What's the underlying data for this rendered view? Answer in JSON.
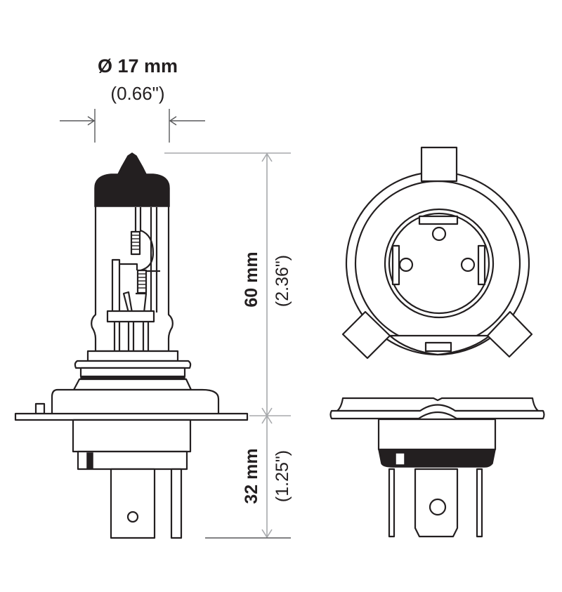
{
  "diagram": {
    "title": "H4 halogen bulb dimension drawing",
    "colors": {
      "line": "#231f20",
      "dimension_line": "#a7a9ac",
      "background": "#ffffff"
    },
    "dimensions": {
      "diameter": {
        "metric": "Ø 17 mm",
        "imperial": "(0.66\")"
      },
      "bulb_height": {
        "metric": "60 mm",
        "imperial": "(2.36\")"
      },
      "base_height": {
        "metric": "32 mm",
        "imperial": "(1.25\")"
      }
    },
    "views": [
      {
        "name": "side-view",
        "description": "Side profile of bulb with glass capsule, filaments and base"
      },
      {
        "name": "top-view",
        "description": "Top/end view of flange with three tabs and connector pins"
      },
      {
        "name": "front-base-view",
        "description": "Front view of base flange with terminals"
      }
    ]
  }
}
